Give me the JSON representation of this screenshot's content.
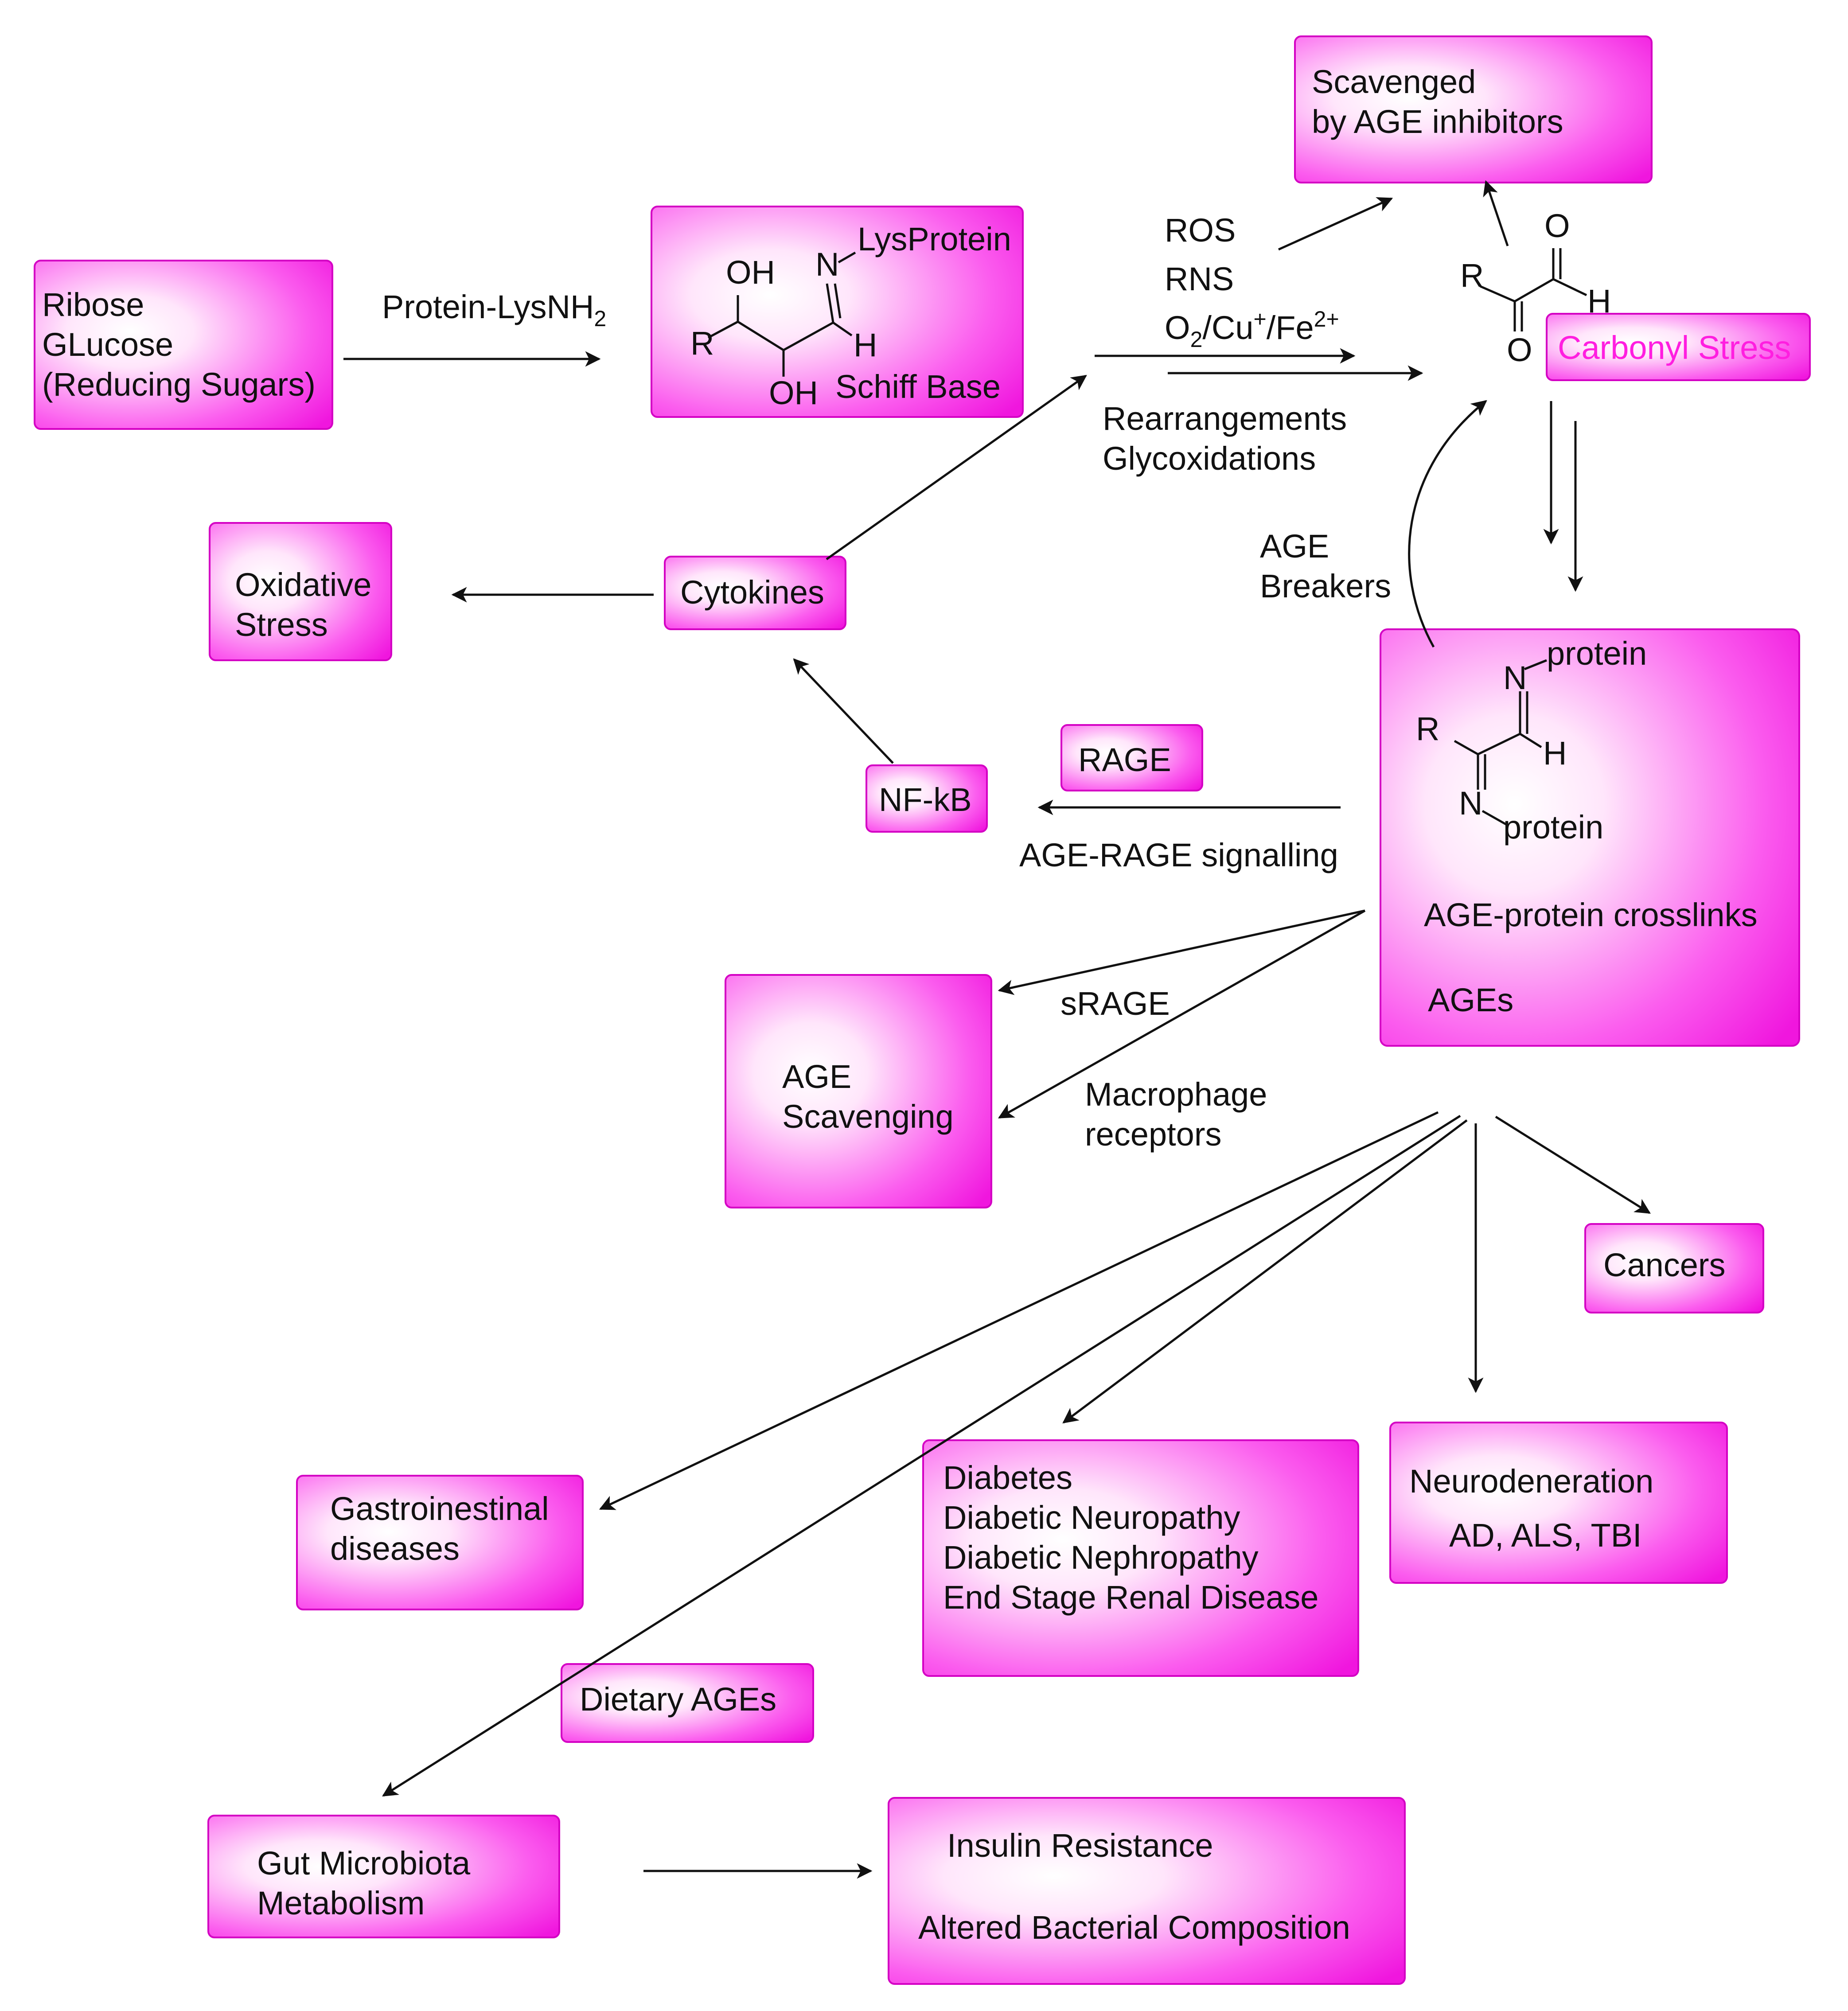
{
  "colors": {
    "box_fill_light": "#ffffff",
    "box_fill_main": "#f81fe7",
    "box_border": "#d400c4",
    "arrow": "#111111",
    "highlight_text": "#ff1ee0"
  },
  "boxes": {
    "reducing_sugars": [
      "Ribose",
      "GLucose",
      "(Reducing Sugars)"
    ],
    "schiff_base": "Schiff Base",
    "scavenged": [
      "Scavenged",
      "by AGE inhibitors"
    ],
    "carbonyl_stress": "Carbonyl Stress",
    "oxidative_stress": [
      "Oxidative",
      "Stress"
    ],
    "cytokines": "Cytokines",
    "nfkb": "NF-kB",
    "rage": "RAGE",
    "ages_box": {
      "crosslinks": "AGE-protein crosslinks",
      "ages": "AGEs"
    },
    "age_scavenging": [
      "AGE",
      "Scavenging"
    ],
    "cancers": "Cancers",
    "gastro": [
      "Gastroinestinal",
      "diseases"
    ],
    "diabetes": [
      "Diabetes",
      "Diabetic Neuropathy",
      "Diabetic Nephropathy",
      "End Stage Renal Disease"
    ],
    "neuro": [
      "Neurodeneration",
      "AD, ALS, TBI"
    ],
    "dietary": "Dietary AGEs",
    "gut": [
      "Gut Microbiota",
      "Metabolism"
    ],
    "insulin": [
      "Insulin Resistance",
      "Altered Bacterial Composition"
    ]
  },
  "labels": {
    "protein_lys": {
      "main": "Protein-LysNH",
      "sub": "2"
    },
    "ros": "ROS",
    "rns": "RNS",
    "oxidants": {
      "o": "O",
      "o_sub": "2",
      "cu": "/Cu",
      "cu_sup": "+",
      "fe": "/Fe",
      "fe_sup": "2+"
    },
    "rearrangements": [
      "Rearrangements",
      "Glycoxidations"
    ],
    "age_breakers": [
      "AGE",
      "Breakers"
    ],
    "age_rage": "AGE-RAGE signalling",
    "srage": "sRAGE",
    "macrophage": [
      "Macrophage",
      "receptors"
    ]
  },
  "molecules": {
    "schiff": {
      "oh_top": "OH",
      "oh_bottom": "OH",
      "r": "R",
      "n": "N",
      "lysprotein": "LysProtein",
      "h": "H"
    },
    "dicarbonyl": {
      "r": "R",
      "o_top": "O",
      "o_bottom": "O",
      "h": "H"
    },
    "ages": {
      "n_top": "N",
      "protein_top": "protein",
      "r": "R",
      "h": "H",
      "n_bottom": "N",
      "protein_bottom": "protein"
    }
  }
}
